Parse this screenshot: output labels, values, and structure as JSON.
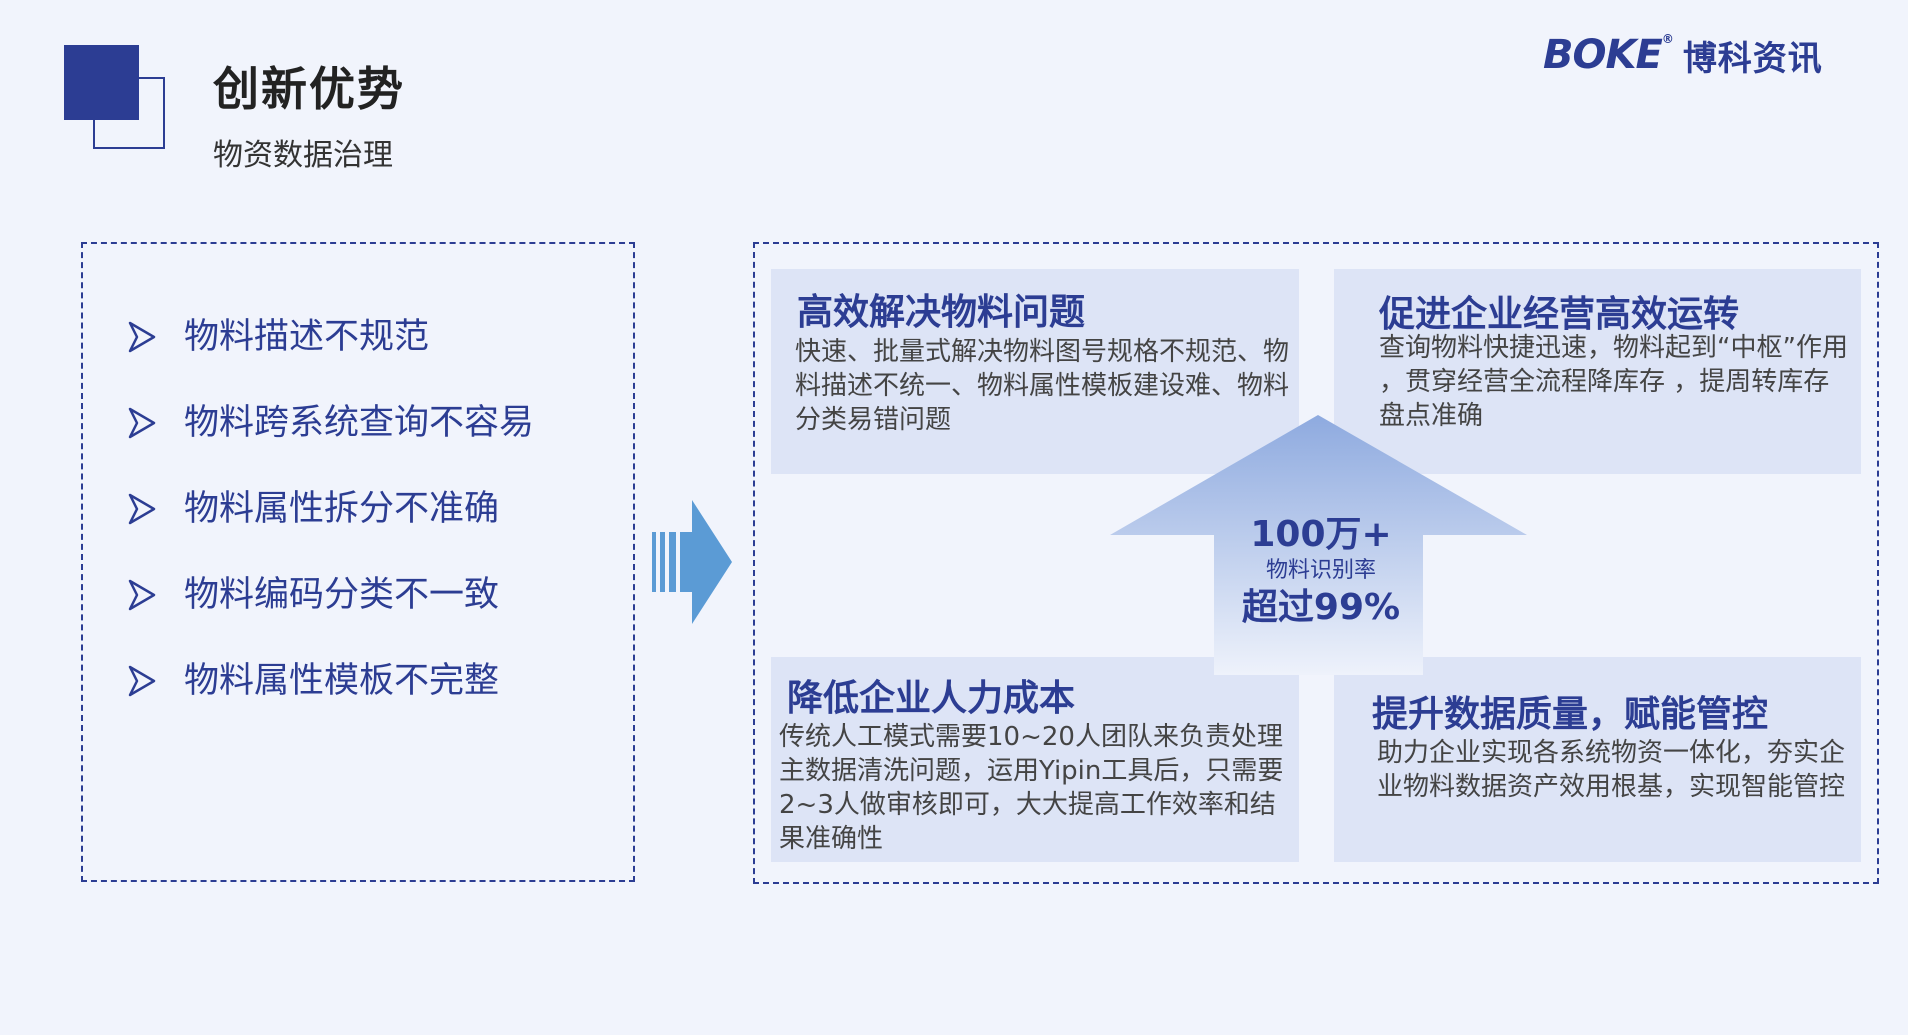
{
  "header": {
    "title": "创新优势",
    "subtitle": "物资数据治理"
  },
  "logo": {
    "mark": "BOKE",
    "registered": "®",
    "name_cn": "博科资讯"
  },
  "problems": [
    "物料描述不规范",
    "物料跨系统查询不容易",
    "物料属性拆分不准确",
    "物料编码分类不一致",
    "物料属性模板不完整"
  ],
  "cards": [
    {
      "title": "高效解决物料问题",
      "body": "快速、批量式解决物料图号规格不规范、物料描述不统一、物料属性模板建设难、物料分类易错问题"
    },
    {
      "title": "促进企业经营高效运转",
      "body": "查询物料快捷迅速，物料起到“中枢”作用 ，贯穿经营全流程降库存 ，提周转库存盘点准确"
    },
    {
      "title": "降低企业人力成本",
      "body": "传统人工模式需要10~20人团队来负责处理主数据清洗问题，运用Yipin工具后，只需要2~3人做审核即可，大大提高工作效率和结果准确性"
    },
    {
      "title": "提升数据质量，赋能管控",
      "body": "助力企业实现各系统物资一体化，夯实企业物料数据资产效用根基，实现智能管控"
    }
  ],
  "stats": {
    "count": "100万+",
    "label": "物料识别率",
    "rate": "超过99%"
  },
  "colors": {
    "brand": "#2c3d93",
    "background": "#f1f4fc",
    "card": "#dde4f6",
    "arrow": "#5b9bd5"
  },
  "icons": {
    "bullet": "triangle-arrow-right-icon",
    "transition": "arrow-right-icon",
    "center": "arrow-up-icon"
  }
}
